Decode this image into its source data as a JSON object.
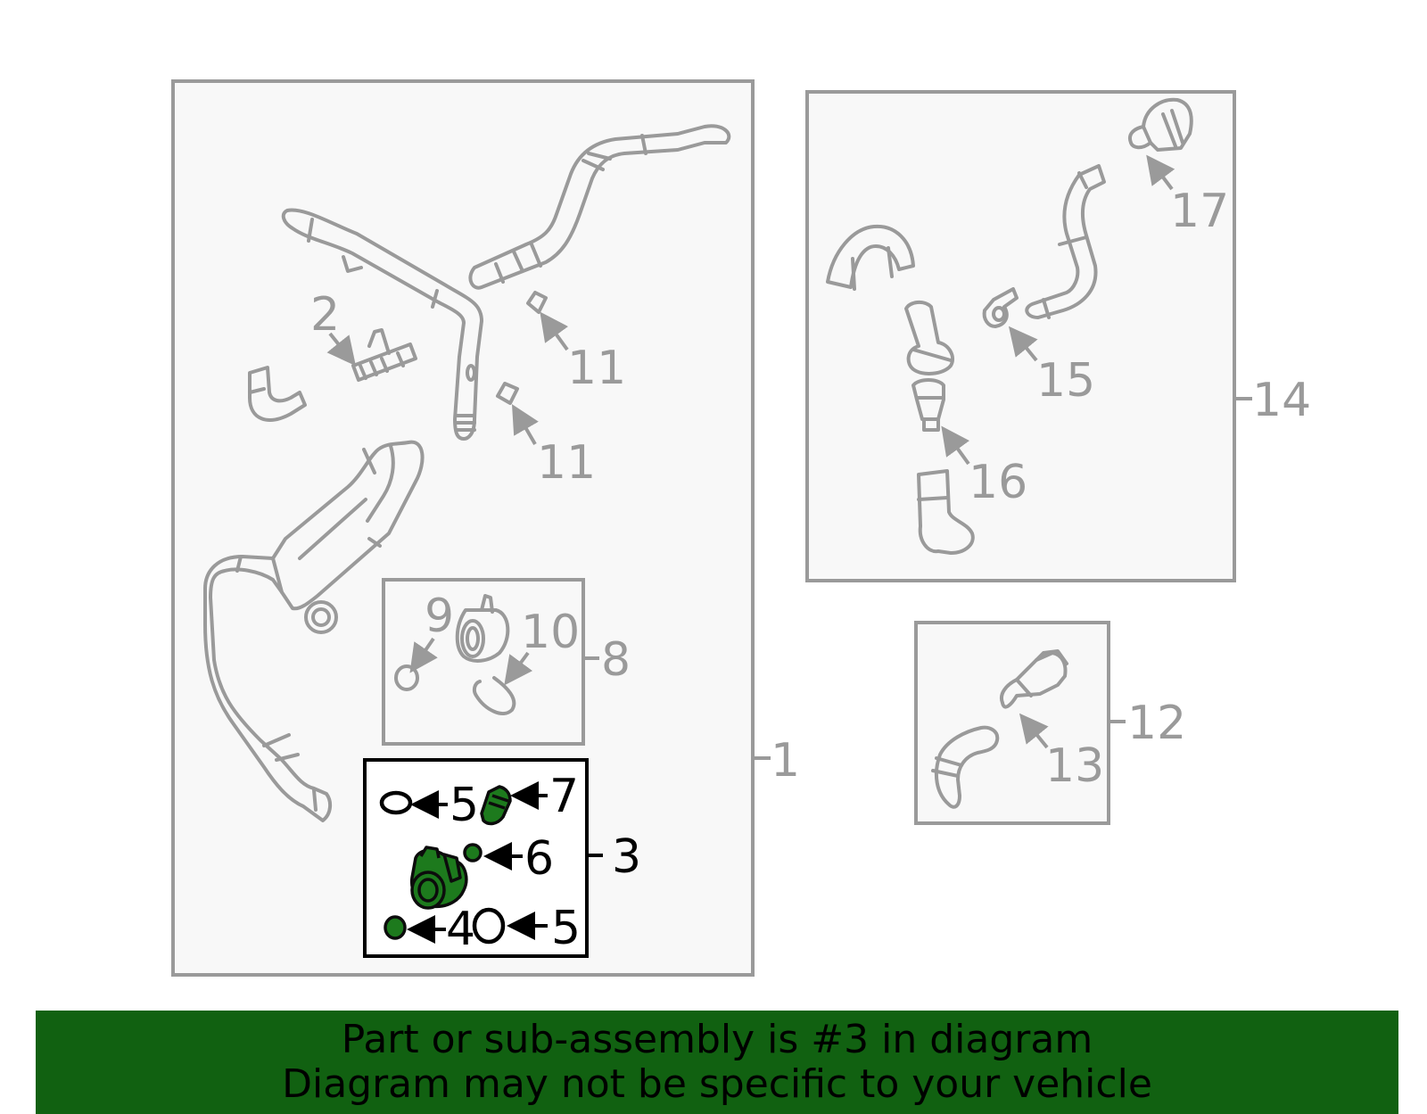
{
  "colors": {
    "highlight_green": "#1d7a1d",
    "banner_green": "#116111",
    "line_gray": "#9a9a9a",
    "box_fill": "#f8f8f8"
  },
  "callouts": {
    "c1": "1",
    "c2": "2",
    "c3": "3",
    "c4": "4",
    "c5a": "5",
    "c5b": "5",
    "c6": "6",
    "c7": "7",
    "c8": "8",
    "c9": "9",
    "c10": "10",
    "c11a": "11",
    "c11b": "11",
    "c12": "12",
    "c13": "13",
    "c14": "14",
    "c15": "15",
    "c16": "16",
    "c17": "17"
  },
  "banner": {
    "line1": "Part or sub-assembly is #3 in diagram",
    "line2": "Diagram may not be specific to your vehicle"
  }
}
